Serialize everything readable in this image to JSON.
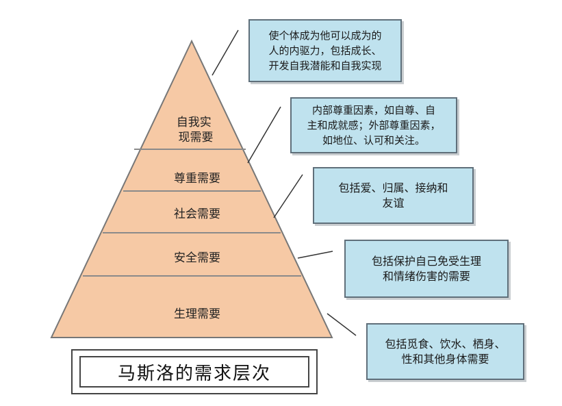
{
  "diagram": {
    "levels": [
      {
        "id": "self",
        "lines": [
          "自我实",
          "现需要"
        ]
      },
      {
        "id": "esteem",
        "lines": [
          "尊重需要"
        ]
      },
      {
        "id": "social",
        "lines": [
          "社会需要"
        ]
      },
      {
        "id": "safety",
        "lines": [
          "安全需要"
        ]
      },
      {
        "id": "physio",
        "lines": [
          "生理需要"
        ]
      }
    ],
    "notes": [
      {
        "id": "self",
        "lines": [
          "使个体成为他可以成为的",
          "人的内驱力，包括成长、",
          "开发自我潜能和自我实现"
        ]
      },
      {
        "id": "esteem",
        "lines": [
          "内部尊重因素，如自尊、自",
          "主和成就感；外部尊重因素，",
          "如地位、认可和关注。"
        ]
      },
      {
        "id": "social",
        "lines": [
          "包括爱、归属、接纳和",
          "友谊"
        ]
      },
      {
        "id": "safety",
        "lines": [
          "包括保护自己免受生理",
          "和情绪伤害的需要"
        ]
      },
      {
        "id": "physio",
        "lines": [
          "包括觅食、饮水、栖身、",
          "性和其他身体需要"
        ]
      }
    ],
    "title": "马斯洛的需求层次",
    "colors": {
      "pyramid_fill": "#f6c9a5",
      "pyramid_stroke": "#777777",
      "note_fill": "#bfe2ee",
      "note_stroke": "#5f6f7a"
    }
  }
}
